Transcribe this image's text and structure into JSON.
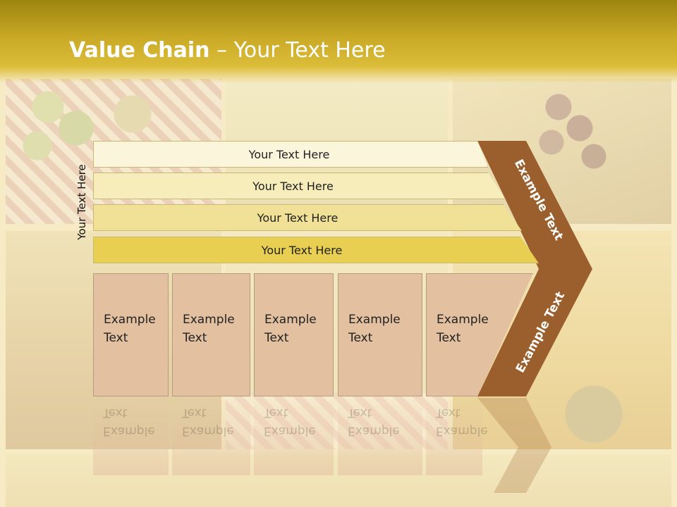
{
  "slide": {
    "title_bold": "Value Chain",
    "title_rest": " – Your Text Here",
    "side_label": "Your Text Here"
  },
  "support_bars": [
    {
      "label": "Your Text Here"
    },
    {
      "label": "Your Text Here"
    },
    {
      "label": "Your Text Here"
    },
    {
      "label": "Your Text Here"
    }
  ],
  "primary_boxes": [
    {
      "line1": "Example",
      "line2": "Text"
    },
    {
      "line1": "Example",
      "line2": "Text"
    },
    {
      "line1": "Example",
      "line2": "Text"
    },
    {
      "line1": "Example",
      "line2": "Text"
    },
    {
      "line1": "Example",
      "line2": "Text"
    }
  ],
  "margin": {
    "upper_label": "Example Text",
    "lower_label": "Example Text"
  },
  "colors": {
    "header": "#c9a925",
    "chevron": "#9a5f2c",
    "box_fill": "#e3c0a0"
  }
}
